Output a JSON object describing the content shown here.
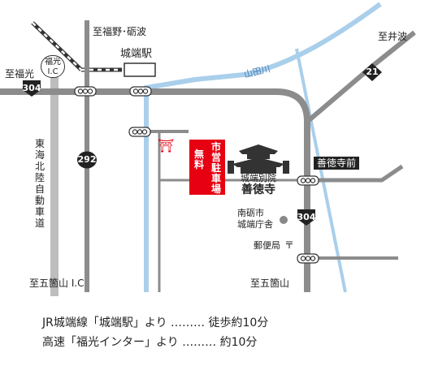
{
  "labels": {
    "to_fukuno_tonami": "至福野･砺波",
    "to_fukumitsu": "至福光",
    "fukumitsu_ic": "福光\nI.C",
    "johana_station": "城端駅",
    "to_inami": "至井波",
    "yamada_river": "山田川",
    "highway_vertical": "東海北陸自動車道",
    "to_gokayama_ic": "至五箇山 I.C",
    "to_gokayama": "至五箇山",
    "zentokuji_mae": "善徳寺前",
    "city_office": "南砺市\n城端庁舎",
    "post_office": "郵便局",
    "post_symbol": "〒",
    "shrine_symbol": "⛩"
  },
  "parking": {
    "right_col": "市営駐車場",
    "left_col": "無料"
  },
  "temple": {
    "sub": "城端別院",
    "name": "善徳寺"
  },
  "routes": {
    "r304_west": "304",
    "r304_south": "304",
    "r292": "292",
    "r21": "21"
  },
  "access": [
    {
      "line": "JR城端線「城端駅」より ……… 徒歩約10分"
    },
    {
      "line": "高速「福光インター」より ……… 約10分"
    }
  ],
  "colors": {
    "road": "#8c8c8c",
    "road_dark": "#555555",
    "river": "#a9cfeb",
    "parking": "#e60012",
    "route_badge": "#222222"
  }
}
